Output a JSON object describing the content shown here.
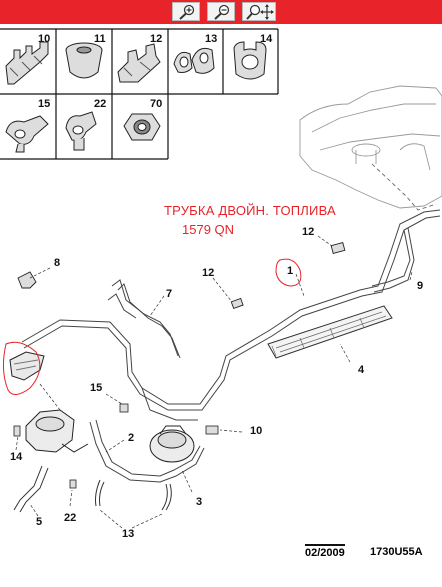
{
  "toolbar": {
    "buttons": [
      {
        "name": "zoom-in",
        "icon": "zoom-in-icon"
      },
      {
        "name": "zoom-out",
        "icon": "zoom-out-icon"
      },
      {
        "name": "pan-zoom",
        "icon": "pan-zoom-icon"
      }
    ],
    "color": "#e8232a"
  },
  "parts_grid": {
    "row1": [
      "10",
      "11",
      "12",
      "13",
      "14"
    ],
    "row2": [
      "15",
      "22",
      "70"
    ]
  },
  "annotation": {
    "title": "ТРУБКА ДВОЙН. ТОПЛИВА",
    "part_code": "1579 QN",
    "color": "#e8232a"
  },
  "callouts": [
    "1",
    "2",
    "3",
    "4",
    "5",
    "7",
    "8",
    "9",
    "10",
    "12",
    "12",
    "13",
    "14",
    "15",
    "22"
  ],
  "footer": {
    "date": "02/2009",
    "code": "1730U55A"
  }
}
